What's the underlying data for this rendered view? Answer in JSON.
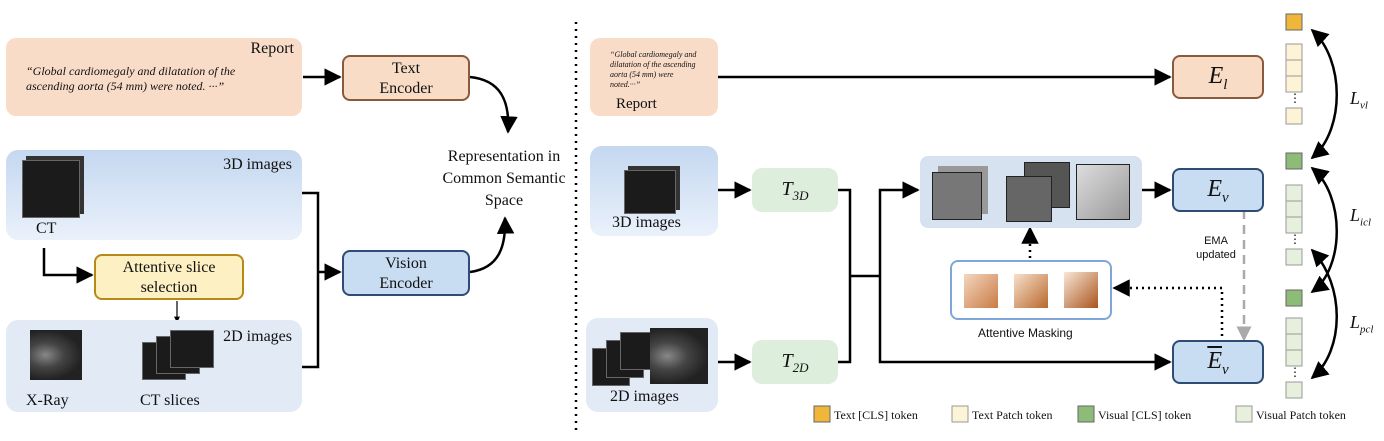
{
  "left": {
    "report": {
      "label": "Report",
      "quote": "“Global cardiomegaly and dilatation of the ascending aorta (54 mm) were noted. ···”"
    },
    "text_encoder": {
      "line1": "Text",
      "line2": "Encoder"
    },
    "representation": {
      "line1": "Representation in",
      "line2": "Common Semantic",
      "line3": "Space"
    },
    "images3d": {
      "label": "3D  images",
      "ct_label": "CT"
    },
    "attentive_slice": {
      "line1": "Attentive slice",
      "line2": "selection"
    },
    "images2d": {
      "label": "2D images",
      "xray_label": "X-Ray",
      "ctslices_label": "CT slices"
    },
    "vision_encoder": {
      "line1": "Vision",
      "line2": "Encoder"
    }
  },
  "right": {
    "report": {
      "label": "Report",
      "quote": "“Global cardiomegaly and dilatation of the ascending aorta (54 mm) were noted.···”"
    },
    "e_l": {
      "main": "E",
      "sub": "l"
    },
    "images3d_label": "3D images",
    "images2d_label": "2D images",
    "t3d": {
      "main": "T",
      "sub": "3D"
    },
    "t2d": {
      "main": "T",
      "sub": "2D"
    },
    "e_v": {
      "main": "E",
      "sub": "v"
    },
    "e_v_bar": {
      "main": "E",
      "sub": "v"
    },
    "ema": {
      "line1": "EMA",
      "line2": "updated"
    },
    "attentive_masking": "Attentive Masking",
    "losses": {
      "l_vl": {
        "main": "L",
        "sub": "vl"
      },
      "l_icl": {
        "main": "L",
        "sub": "icl"
      },
      "l_pcl": {
        "main": "L",
        "sub": "pcl"
      }
    }
  },
  "legend": {
    "text_cls": "Text [CLS] token",
    "text_patch": "Text Patch token",
    "visual_cls": "Visual [CLS]  token",
    "visual_patch": "Visual Patch token"
  },
  "colors": {
    "text_cls": "#f0b63a",
    "text_patch": "#fdf3d6",
    "visual_cls": "#8dbb78",
    "visual_patch": "#e6f0dc",
    "report_bg": "#f9dcc8",
    "encoder_blue": "#c8dcf2",
    "t_green": "#ddeedd",
    "selection_yellow": "#fdf0c2"
  }
}
